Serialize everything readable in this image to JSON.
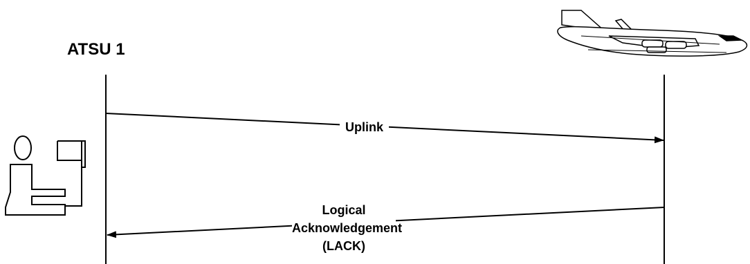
{
  "ground_unit": {
    "label": "ATSU 1"
  },
  "messages": {
    "uplink": {
      "label": "Uplink"
    },
    "lack": {
      "lines": [
        "Logical",
        "Acknowledgement",
        "(LACK)"
      ]
    }
  },
  "icons": [
    "controller-workstation-icon",
    "airplane-icon"
  ],
  "colors": {
    "line": "#000000",
    "background": "#ffffff"
  }
}
